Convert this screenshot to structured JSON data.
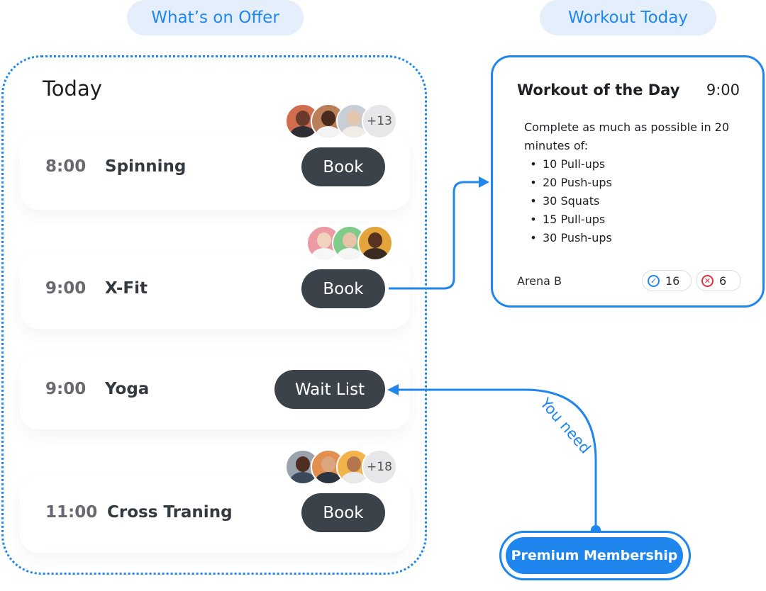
{
  "headers": {
    "offer": "What’s on Offer",
    "today": "Workout Today"
  },
  "schedule": {
    "title": "Today",
    "classes": [
      {
        "time": "8:00",
        "name": "Spinning",
        "action": "Book",
        "extra_count": "+13"
      },
      {
        "time": "9:00",
        "name": "X-Fit",
        "action": "Book",
        "extra_count": ""
      },
      {
        "time": "9:00",
        "name": "Yoga",
        "action": "Wait List",
        "extra_count": ""
      },
      {
        "time": "11:00",
        "name": "Cross Traning",
        "action": "Book",
        "extra_count": "+18"
      }
    ]
  },
  "workout": {
    "title": "Workout of the Day",
    "time": "9:00",
    "intro": "Complete as much as possible in 20 minutes of:",
    "exercises": [
      "10 Pull-ups",
      "20 Push-ups",
      "30 Squats",
      "15 Pull-ups",
      "30 Push-ups"
    ],
    "location": "Arena B",
    "attending": "16",
    "declined": "6"
  },
  "annotation": {
    "requirement": "You need",
    "membership": "Premium Membership"
  },
  "colors": {
    "accent": "#1f86ee",
    "button_dark": "#3b424a",
    "header_bg": "#e4effb",
    "decline": "#e0303a"
  },
  "icons": {
    "attending": "check-circle-icon",
    "declined": "x-circle-icon"
  }
}
